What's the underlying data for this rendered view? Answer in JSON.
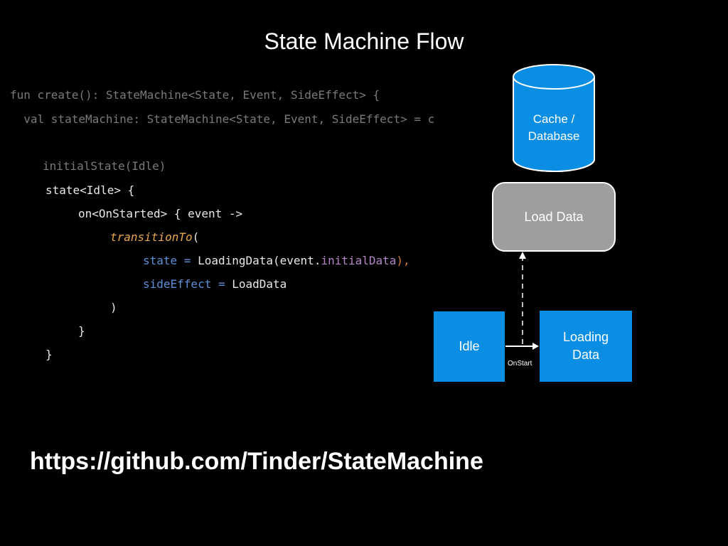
{
  "title": "State Machine Flow",
  "code": {
    "line1": "fun create(): StateMachine<State, Event, SideEffect> {",
    "line2": "  val stateMachine: StateMachine<State, Event, SideEffect> = c",
    "line3": "initialState(Idle)",
    "line4": "state<Idle> {",
    "line5": "on<OnStarted> { event ->",
    "line6": "transitionTo",
    "line6b": "(",
    "line7a": "state = ",
    "line7b": "LoadingData(event.",
    "line7c": "initialData",
    "line7d": "),",
    "line8a": "sideEffect = ",
    "line8b": "LoadData",
    "line9": ")",
    "line10": "}",
    "line11": "}"
  },
  "diagram": {
    "cache_label_1": "Cache /",
    "cache_label_2": "Database",
    "load_data": "Load Data",
    "idle": "Idle",
    "loading_1": "Loading",
    "loading_2": "Data",
    "edge_label": "OnStart"
  },
  "url": "https://github.com/Tinder/StateMachine",
  "colors": {
    "background": "#000000",
    "state_box": "#0a8ee3",
    "action_box": "#9e9e9e",
    "keyword_blue": "#5b8fd6",
    "function_orange": "#e8a64c",
    "property_purple": "#b387c7"
  }
}
